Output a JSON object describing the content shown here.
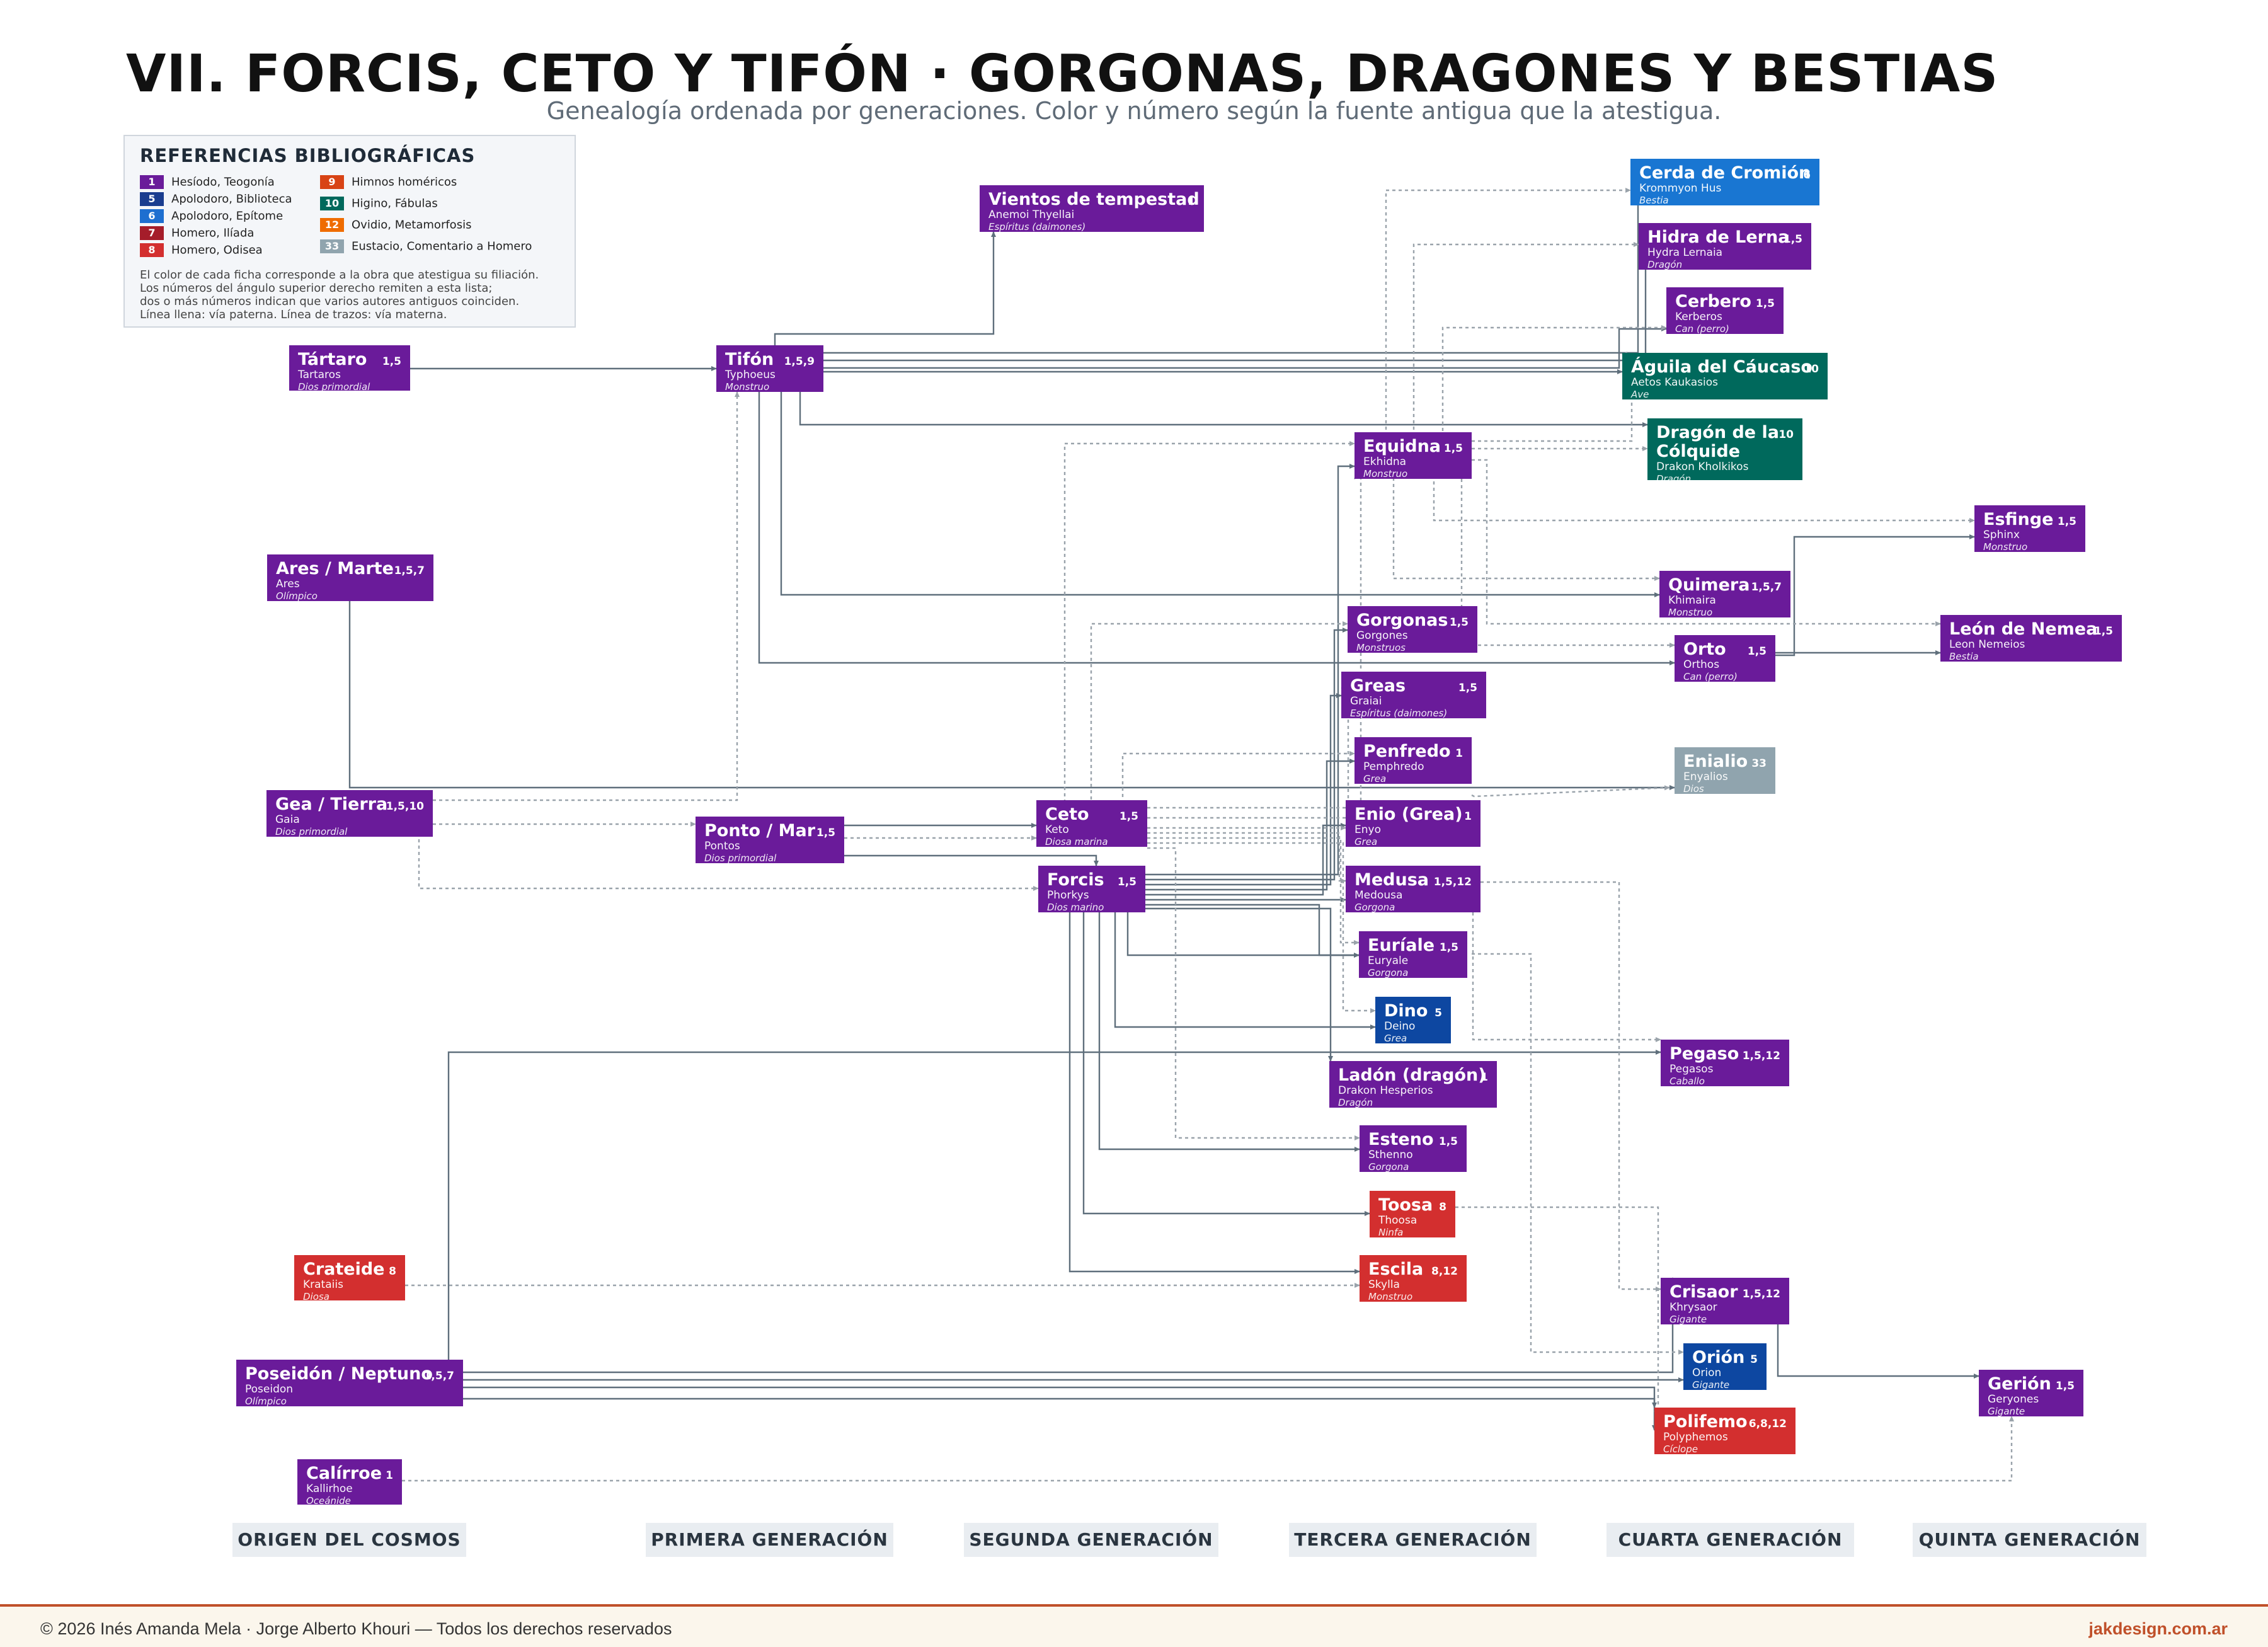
{
  "title": "VII. FORCIS, CETO Y TIFÓN · GORGONAS, DRAGONES Y BESTIAS",
  "subtitle": "Genealogía ordenada por generaciones. Color y número según la fuente antigua que la atestigua.",
  "legend": {
    "title": "REFERENCIAS BIBLIOGRÁFICAS",
    "items": [
      {
        "num": "1",
        "label": "Hesíodo, Teogonía",
        "color": "#6a1b9a"
      },
      {
        "num": "5",
        "label": "Apolodoro, Biblioteca",
        "color": "#1a3d8f"
      },
      {
        "num": "6",
        "label": "Apolodoro, Epítome",
        "color": "#1e6fd0"
      },
      {
        "num": "7",
        "label": "Homero, Ilíada",
        "color": "#a51d2a"
      },
      {
        "num": "8",
        "label": "Homero, Odisea",
        "color": "#d32f2f"
      },
      {
        "num": "9",
        "label": "Himnos homéricos",
        "color": "#d84315"
      },
      {
        "num": "10",
        "label": "Higino, Fábulas",
        "color": "#00695c"
      },
      {
        "num": "12",
        "label": "Ovidio, Metamorfosis",
        "color": "#ef6c00"
      },
      {
        "num": "33",
        "label": "Eustacio, Comentario a Homero",
        "color": "#90a4ae"
      }
    ],
    "notes": [
      "El color de cada ficha corresponde a la obra que atestigua su filiación.",
      "Los números del ángulo superior derecho remiten a esta lista;",
      "dos o más números indican que varios autores antiguos coinciden.",
      "Línea llena: vía paterna. Línea de trazos: vía materna."
    ]
  },
  "colors": {
    "purple": "#6a1b9a",
    "navy": "#0d47a1",
    "blue": "#1976d2",
    "teal": "#00695c",
    "red": "#d32f2f",
    "grey": "#90a4ae",
    "wire": "#5f6f7c"
  },
  "nodes": [
    {
      "id": "tartaro",
      "name": "Tártaro",
      "greek": "Tartaros",
      "role": "Dios primordial",
      "sources": "1,5",
      "color": "purple"
    },
    {
      "id": "ares",
      "name": "Ares / Marte",
      "greek": "Ares",
      "role": "Olímpico",
      "sources": "1,5,7",
      "color": "purple"
    },
    {
      "id": "gea",
      "name": "Gea / Tierra",
      "greek": "Gaia",
      "role": "Dios primordial",
      "sources": "1,5,10",
      "color": "purple"
    },
    {
      "id": "crateide",
      "name": "Crateide",
      "greek": "Krataiis",
      "role": "Diosa",
      "sources": "8",
      "color": "red"
    },
    {
      "id": "poseidon",
      "name": "Poseidón / Neptuno",
      "greek": "Poseidon",
      "role": "Olímpico",
      "sources": "1,5,7",
      "color": "purple"
    },
    {
      "id": "calirroe",
      "name": "Calírroe",
      "greek": "Kallirhoe",
      "role": "Oceánide",
      "sources": "1",
      "color": "purple"
    },
    {
      "id": "tifon",
      "name": "Tifón",
      "greek": "Typhoeus",
      "role": "Monstruo",
      "sources": "1,5,9",
      "color": "purple"
    },
    {
      "id": "ponto",
      "name": "Ponto / Mar",
      "greek": "Pontos",
      "role": "Dios primordial",
      "sources": "1,5",
      "color": "purple"
    },
    {
      "id": "vientos",
      "name": "Vientos de tempestad",
      "greek": "Anemoi Thyellai",
      "role": "Espíritus (daimones)",
      "sources": "1",
      "color": "purple"
    },
    {
      "id": "ceto",
      "name": "Ceto",
      "greek": "Keto",
      "role": "Diosa marina",
      "sources": "1,5",
      "color": "purple"
    },
    {
      "id": "forcis",
      "name": "Forcis",
      "greek": "Phorkys",
      "role": "Dios marino",
      "sources": "1,5",
      "color": "purple"
    },
    {
      "id": "equidna",
      "name": "Equidna",
      "greek": "Ekhidna",
      "role": "Monstruo",
      "sources": "1,5",
      "color": "purple"
    },
    {
      "id": "gorgonas",
      "name": "Gorgonas",
      "greek": "Gorgones",
      "role": "Monstruos",
      "sources": "1,5",
      "color": "purple"
    },
    {
      "id": "greas",
      "name": "Greas",
      "greek": "Graiai",
      "role": "Espíritus (daimones)",
      "sources": "1,5",
      "color": "purple"
    },
    {
      "id": "penfredo",
      "name": "Penfredo",
      "greek": "Pemphredo",
      "role": "Grea",
      "sources": "1",
      "color": "purple"
    },
    {
      "id": "enio",
      "name": "Enio (Grea)",
      "greek": "Enyo",
      "role": "Grea",
      "sources": "1",
      "color": "purple"
    },
    {
      "id": "medusa",
      "name": "Medusa",
      "greek": "Medousa",
      "role": "Gorgona",
      "sources": "1,5,12",
      "color": "purple"
    },
    {
      "id": "euriale",
      "name": "Euríale",
      "greek": "Euryale",
      "role": "Gorgona",
      "sources": "1,5",
      "color": "purple"
    },
    {
      "id": "dino",
      "name": "Dino",
      "greek": "Deino",
      "role": "Grea",
      "sources": "5",
      "color": "navy"
    },
    {
      "id": "ladon",
      "name": "Ladón (dragón)",
      "greek": "Drakon Hesperios",
      "role": "Dragón",
      "sources": "1",
      "color": "purple"
    },
    {
      "id": "esteno",
      "name": "Esteno",
      "greek": "Sthenno",
      "role": "Gorgona",
      "sources": "1,5",
      "color": "purple"
    },
    {
      "id": "toosa",
      "name": "Toosa",
      "greek": "Thoosa",
      "role": "Ninfa",
      "sources": "8",
      "color": "red"
    },
    {
      "id": "escila",
      "name": "Escila",
      "greek": "Skylla",
      "role": "Monstruo",
      "sources": "8,12",
      "color": "red"
    },
    {
      "id": "cerda",
      "name": "Cerda de Cromión",
      "greek": "Krommyon Hus",
      "role": "Bestia",
      "sources": "6",
      "color": "blue"
    },
    {
      "id": "hidra",
      "name": "Hidra de Lerna",
      "greek": "Hydra Lernaia",
      "role": "Dragón",
      "sources": "1,5",
      "color": "purple"
    },
    {
      "id": "cerbero",
      "name": "Cerbero",
      "greek": "Kerberos",
      "role": "Can (perro)",
      "sources": "1,5",
      "color": "purple"
    },
    {
      "id": "aguila",
      "name": "Águila del Cáucaso",
      "greek": "Aetos Kaukasios",
      "role": "Ave",
      "sources": "10",
      "color": "teal"
    },
    {
      "id": "dragon",
      "name": "Dragón de la Cólquide",
      "greek": "Drakon Kholkikos",
      "role": "Dragón",
      "sources": "10",
      "color": "teal"
    },
    {
      "id": "quimera",
      "name": "Quimera",
      "greek": "Khimaira",
      "role": "Monstruo",
      "sources": "1,5,7",
      "color": "purple"
    },
    {
      "id": "orto",
      "name": "Orto",
      "greek": "Orthos",
      "role": "Can (perro)",
      "sources": "1,5",
      "color": "purple"
    },
    {
      "id": "enialio",
      "name": "Enialio",
      "greek": "Enyalios",
      "role": "Dios",
      "sources": "33",
      "color": "grey"
    },
    {
      "id": "pegaso",
      "name": "Pegaso",
      "greek": "Pegasos",
      "role": "Caballo",
      "sources": "1,5,12",
      "color": "purple"
    },
    {
      "id": "crisaor",
      "name": "Crisaor",
      "greek": "Khrysaor",
      "role": "Gigante",
      "sources": "1,5,12",
      "color": "purple"
    },
    {
      "id": "orion",
      "name": "Orión",
      "greek": "Orion",
      "role": "Gigante",
      "sources": "5",
      "color": "navy"
    },
    {
      "id": "polifemo",
      "name": "Polifemo",
      "greek": "Polyphemos",
      "role": "Cíclope",
      "sources": "6,8,12",
      "color": "red"
    },
    {
      "id": "esfinge",
      "name": "Esfinge",
      "greek": "Sphinx",
      "role": "Monstruo",
      "sources": "1,5",
      "color": "purple"
    },
    {
      "id": "leon",
      "name": "León de Nemea",
      "greek": "Leon Nemeios",
      "role": "Bestia",
      "sources": "1,5",
      "color": "purple"
    },
    {
      "id": "gerion",
      "name": "Gerión",
      "greek": "Geryones",
      "role": "Gigante",
      "sources": "1,5",
      "color": "purple"
    }
  ],
  "generations": [
    "ORIGEN DEL COSMOS",
    "PRIMERA GENERACIÓN",
    "SEGUNDA GENERACIÓN",
    "TERCERA GENERACIÓN",
    "CUARTA GENERACIÓN",
    "QUINTA GENERACIÓN"
  ],
  "footer": {
    "copyright": "© 2026  Inés Amanda Mela  ·  Jorge Alberto Khouri  —  Todos los derechos reservados",
    "site": "jakdesign.com.ar"
  }
}
